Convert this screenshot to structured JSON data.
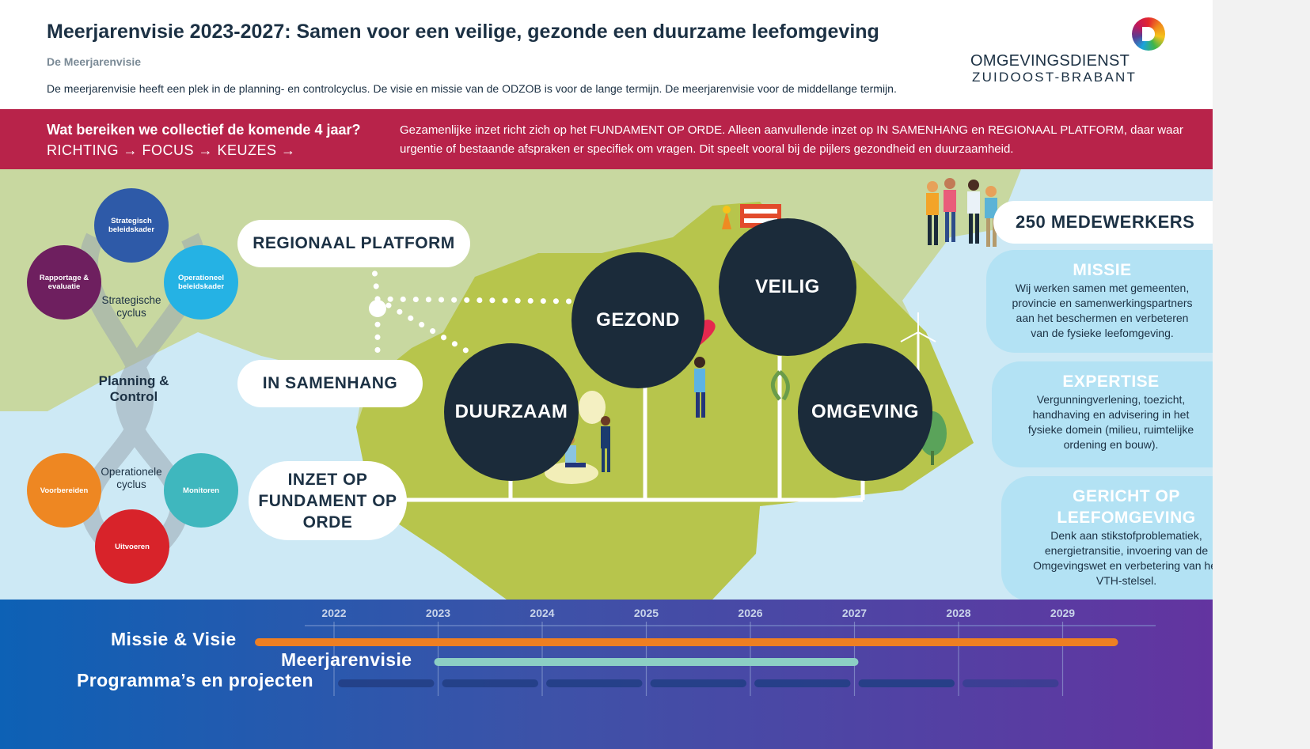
{
  "header": {
    "title": "Meerjarenvisie 2023-2027: Samen voor een veilige, gezonde een duurzame leefomgeving",
    "subtitle": "De Meerjarenvisie",
    "intro": "De meerjarenvisie heeft een plek in de planning- en controlcyclus. De visie en missie van de ODZOB is voor de lange termijn. De meerjarenvisie voor de middellange termijn."
  },
  "logo": {
    "line1": "OMGEVINGSDIENST",
    "line2": "ZUIDOOST-BRABANT"
  },
  "banner": {
    "question": "Wat bereiken we collectief de komende 4 jaar?",
    "steps": "RICHTING → FOCUS → KEUZES →",
    "text": "Gezamenlijke inzet richt zich op het FUNDAMENT OP ORDE. Alleen aanvullende inzet op IN SAMENHANG en REGIONAAL PLATFORM, daar waar urgentie of bestaande afspraken er specifiek om vragen. Dit speelt vooral bij de pijlers gezondheid en duurzaamheid."
  },
  "cycle": {
    "center_label": "Planning & Control",
    "strategic_label": "Strategische cyclus",
    "operational_label": "Operationele cyclus",
    "nodes": {
      "strategisch": "Strategisch beleidskader",
      "operationeel": "Operationeel beleidskader",
      "rapportage": "Rapportage & evaluatie",
      "voorbereiden": "Voorbereiden",
      "monitoren": "Monitoren",
      "uitvoeren": "Uitvoeren"
    }
  },
  "levels": {
    "regionaal": "REGIONAAL PLATFORM",
    "samenhang": "IN SAMENHANG",
    "fundament": "INZET OP FUNDAMENT OP ORDE"
  },
  "pillars": {
    "gezond": "GEZOND",
    "veilig": "VEILIG",
    "duurzaam": "DUURZAAM",
    "omgeving": "OMGEVING"
  },
  "stat": "250 MEDEWERKERS",
  "cards": {
    "missie": {
      "heading": "MISSIE",
      "text": "Wij werken samen met gemeenten, provincie en samenwerkingspartners aan het beschermen en verbeteren van de fysieke leefomgeving."
    },
    "expertise": {
      "heading": "EXPERTISE",
      "text": "Vergunningverlening, toezicht, handhaving en advisering in het fysieke domein (milieu, ruimtelijke ordening en bouw)."
    },
    "gericht": {
      "heading": "GERICHT OP LEEFOMGEVING",
      "text": "Denk aan stikstofproblematiek, energietransitie, invoering van de Omgevingswet en verbetering van het VTH-stelsel."
    }
  },
  "timeline": {
    "years": [
      "2022",
      "2023",
      "2024",
      "2025",
      "2026",
      "2027",
      "2028",
      "2029"
    ],
    "rows": {
      "missie": "Missie & Visie",
      "meerjaren": "Meerjarenvisie",
      "programmas": "Programma’s en projecten"
    },
    "bars": {
      "missie": {
        "from": 2022,
        "to": 2029,
        "color": "#ee7f22"
      },
      "meerjaren": {
        "from": 2023,
        "to": 2027,
        "color": "#8ccfc4"
      },
      "programmas": {
        "from": 2022,
        "to": 2029,
        "color": "#233f86"
      }
    }
  },
  "colors": {
    "banner": "#b8234a",
    "pillar": "#1b2b3a",
    "land": "#b7c54c",
    "water": "#cde9f5"
  }
}
